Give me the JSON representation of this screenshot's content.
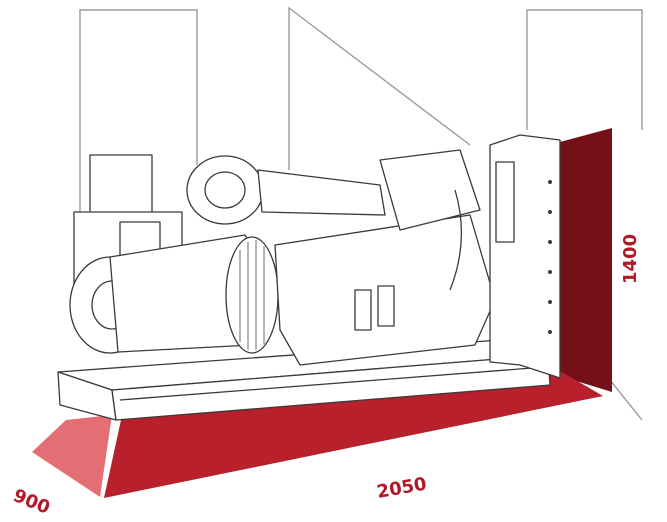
{
  "dimensions": {
    "width": {
      "value": "900"
    },
    "length": {
      "value": "2050"
    },
    "height": {
      "value": "1400"
    }
  },
  "colors": {
    "width_face": "#e36e73",
    "length_face": "#b8202c",
    "height_face": "#761018",
    "label_text": "#b01a28",
    "line": "#8a8a8a",
    "sketch": "#3a3a3a"
  }
}
